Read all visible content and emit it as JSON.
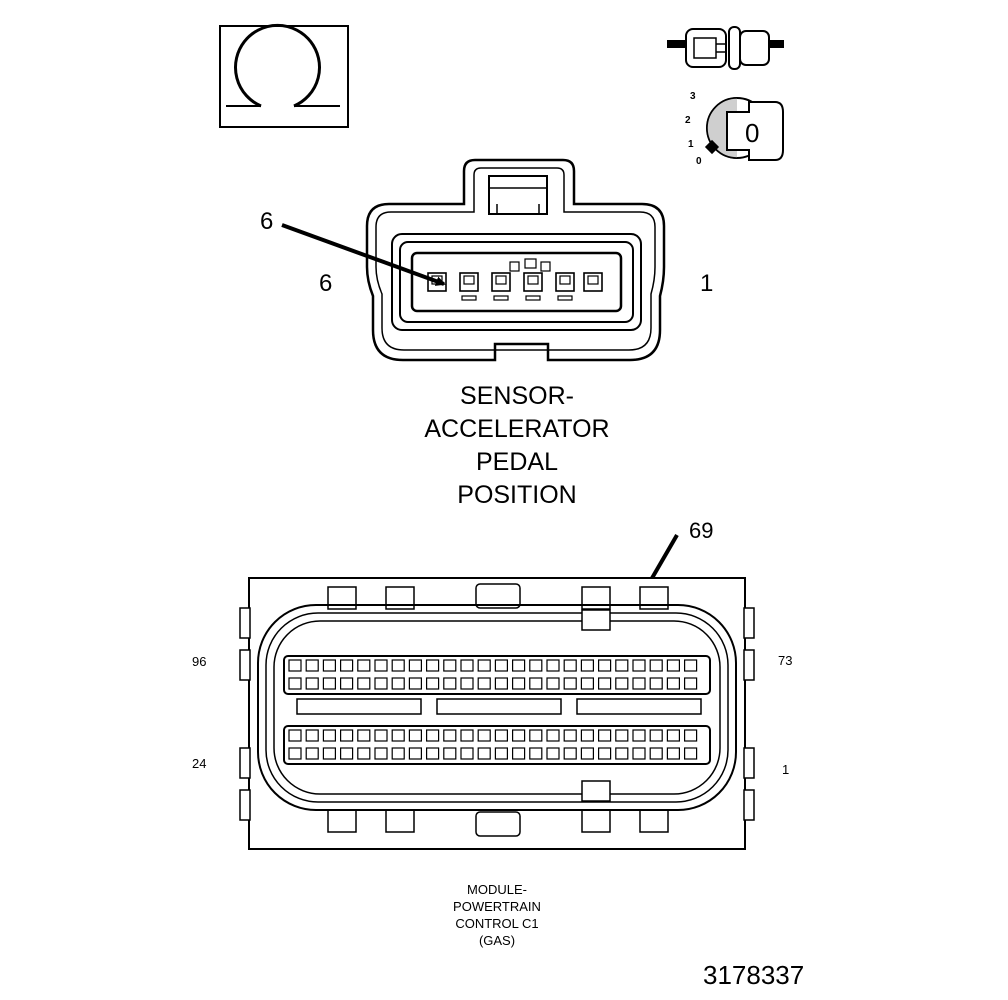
{
  "icons": {
    "ohmmeter": "ohm-symbol-icon",
    "connector_disconnect": "connector-disconnect-icon",
    "ignition_key": "ignition-key-icon"
  },
  "ignition": {
    "positions": [
      "3",
      "2",
      "1",
      "0"
    ],
    "key_label": "0"
  },
  "app_connector": {
    "pointer_label": "6",
    "left_label": "6",
    "right_label": "1",
    "title_lines": [
      "SENSOR-",
      "ACCELERATOR",
      "PEDAL",
      "POSITION"
    ]
  },
  "pcm_connector": {
    "pointer_label": "69",
    "top_left": "96",
    "top_right": "73",
    "bottom_left": "24",
    "bottom_right": "1",
    "title_lines": [
      "MODULE-",
      "POWERTRAIN",
      "CONTROL C1",
      "(GAS)"
    ]
  },
  "figure_number": "3178337"
}
